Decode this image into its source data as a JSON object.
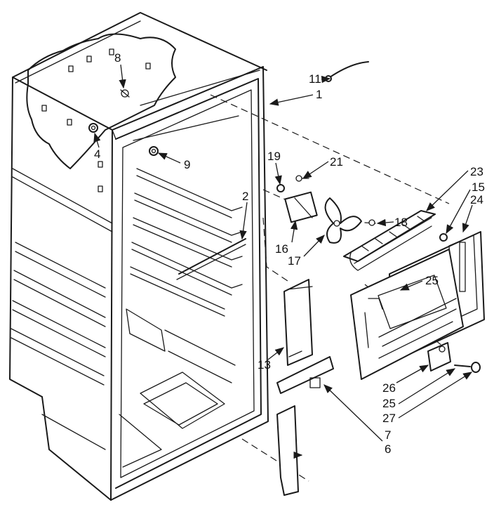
{
  "callouts": {
    "c1": "1",
    "c2": "2",
    "c4": "4",
    "c6": "6",
    "c7": "7",
    "c8": "8",
    "c9": "9",
    "c11": "11",
    "c13": "13",
    "c15": "15",
    "c16": "16",
    "c17": "17",
    "c18": "18",
    "c19": "19",
    "c21": "21",
    "c23": "23",
    "c24": "24",
    "c25a": "25",
    "c25b": "25",
    "c26": "26",
    "c27": "27"
  }
}
